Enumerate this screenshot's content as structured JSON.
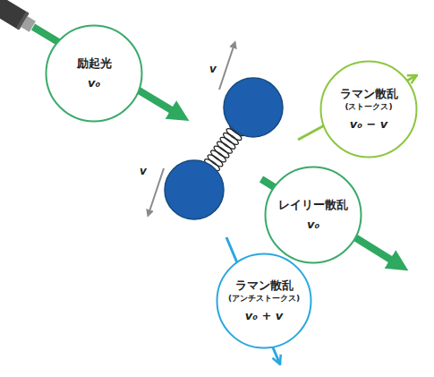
{
  "diagram": {
    "nodes": [
      {
        "text": [
          "励起光",
          "v₀"
        ]
      },
      {
        "text": [
          "ラマン散乱",
          "(ストークス)",
          "v₀ − v"
        ]
      },
      {
        "text": [
          "レイリー散乱",
          "v₀"
        ]
      },
      {
        "text": [
          "ラマン散乱",
          "(アンチストークス)",
          "v₀ + v"
        ]
      }
    ],
    "labels": [
      "v",
      "v"
    ]
  }
}
